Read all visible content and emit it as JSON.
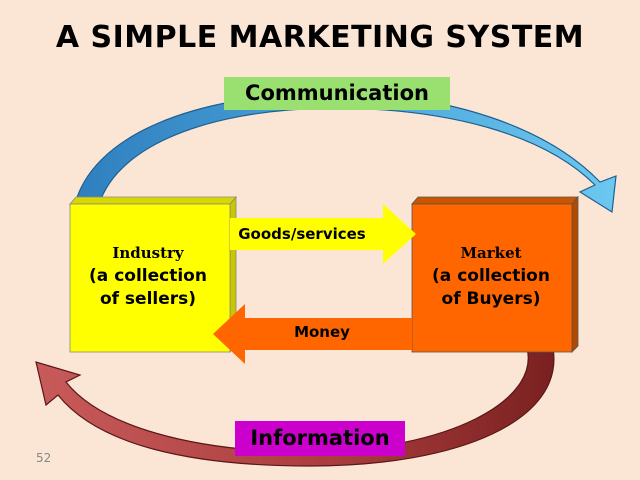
{
  "title": "A SIMPLE MARKETING SYSTEM",
  "labels": {
    "communication": "Communication",
    "information": "Information"
  },
  "industry": {
    "heading": "Industry",
    "line1": "(a collection",
    "line2": "of sellers)"
  },
  "market": {
    "heading": "Market",
    "line1": "(a collection",
    "line2": "of Buyers)"
  },
  "flows": {
    "goods": "Goods/services",
    "money": "Money"
  },
  "page_number": "52",
  "colors": {
    "background": "#fbe6d6",
    "industry_box": "#ffff00",
    "market_box": "#ff6600",
    "goods_arrow": "#ffff00",
    "money_arrow": "#ff6600",
    "communication_label": "#99e070",
    "information_label": "#cc00cc",
    "top_arc": "#4aa3d8",
    "bottom_arc": "#a83c3c"
  }
}
